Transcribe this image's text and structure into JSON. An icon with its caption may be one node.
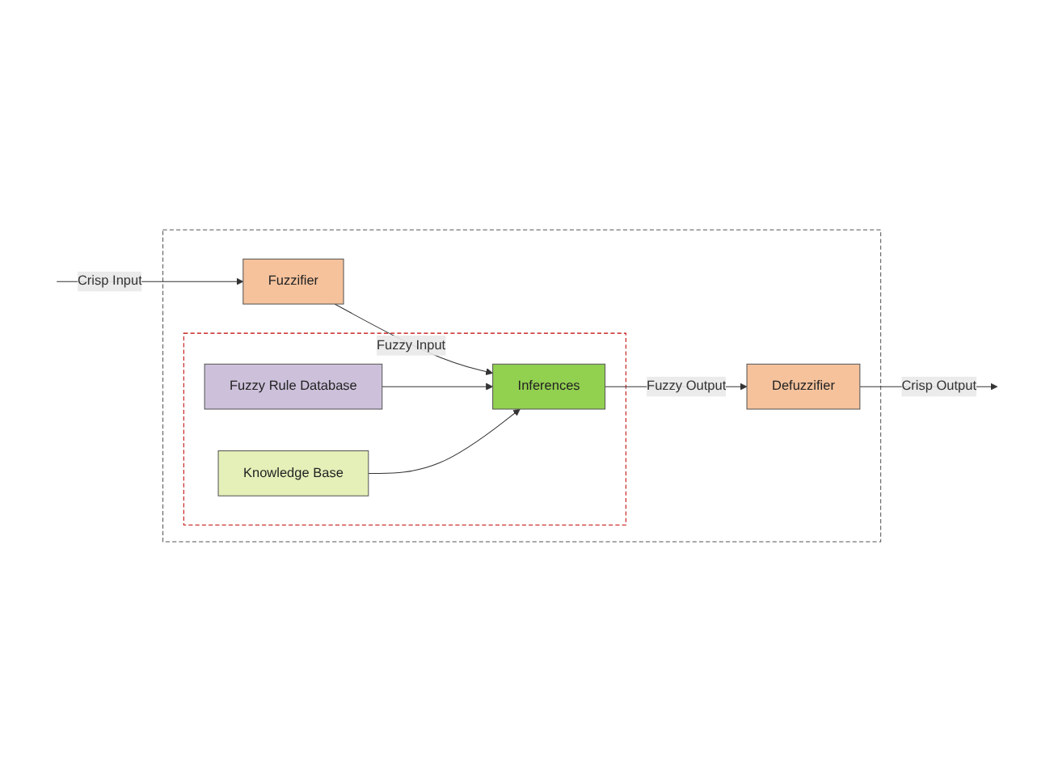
{
  "diagram": {
    "nodes": [
      {
        "text": [],
        "shape": "box"
      },
      {
        "text": [],
        "shape": "box",
        "in": 0
      },
      {
        "text": [
          "Fuzzifier"
        ],
        "in": 0
      },
      {
        "text": [
          "Fuzzy Rule Database"
        ],
        "in": 1
      },
      {
        "text": [
          "Inferences"
        ],
        "in": 1
      },
      {
        "text": [
          "Knowledge Base"
        ],
        "in": 1
      },
      {
        "text": [
          "Defuzzifier"
        ],
        "in": 0
      }
    ],
    "edges": [
      {
        "from": null,
        "to": 2,
        "arrow": "to",
        "label": "Crisp Input"
      },
      {
        "from": 2,
        "to": 4,
        "arrow": "to",
        "label": "Fuzzy Input"
      },
      {
        "from": 3,
        "to": 4,
        "arrow": "to"
      },
      {
        "from": 5,
        "to": 4,
        "arrow": "to"
      },
      {
        "from": 4,
        "to": 6,
        "arrow": "to",
        "label": "Fuzzy Output"
      },
      {
        "from": 6,
        "to": null,
        "arrow": "to",
        "label": "Crisp Output"
      }
    ]
  }
}
